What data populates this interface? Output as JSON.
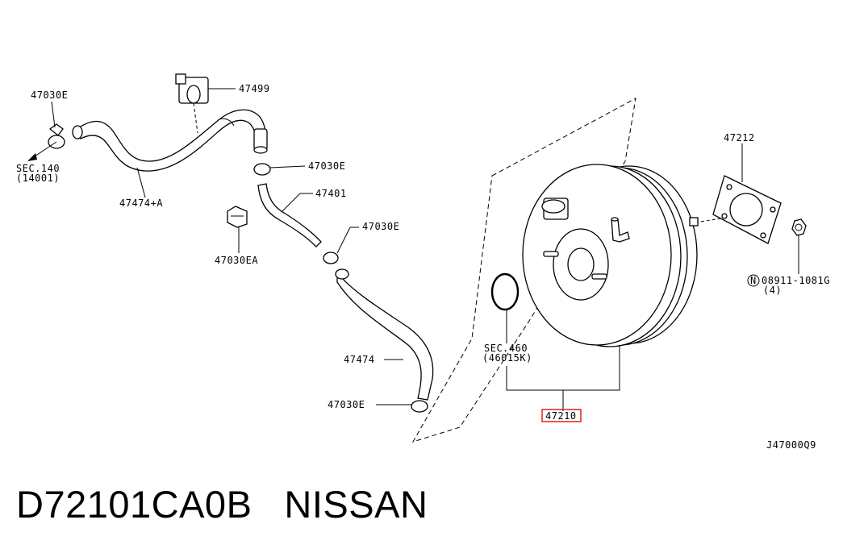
{
  "labels": {
    "clamp_top_left": "47030E",
    "sec140_line1": "SEC.140",
    "sec140_line2": "(14001)",
    "hose_upper": "47474+A",
    "bracket_top": "47499",
    "clamp_mid_upper": "47030E",
    "hose_short": "47401",
    "clamp_mid": "47030E",
    "clip": "47030EA",
    "hose_lower": "47474",
    "clamp_bottom": "47030E",
    "gasket": "47212",
    "nut_line1": "08911-1081G",
    "nut_line2": "(4)",
    "nut_symbol": "N",
    "sec460_line1": "SEC.460",
    "sec460_line2": "(46015K)",
    "booster": "47210",
    "diagram_id": "J47000Q9"
  },
  "caption": {
    "part_number": "D72101CA0B",
    "brand": "NISSAN"
  },
  "colors": {
    "highlight": "#e02020",
    "line": "#000000"
  }
}
